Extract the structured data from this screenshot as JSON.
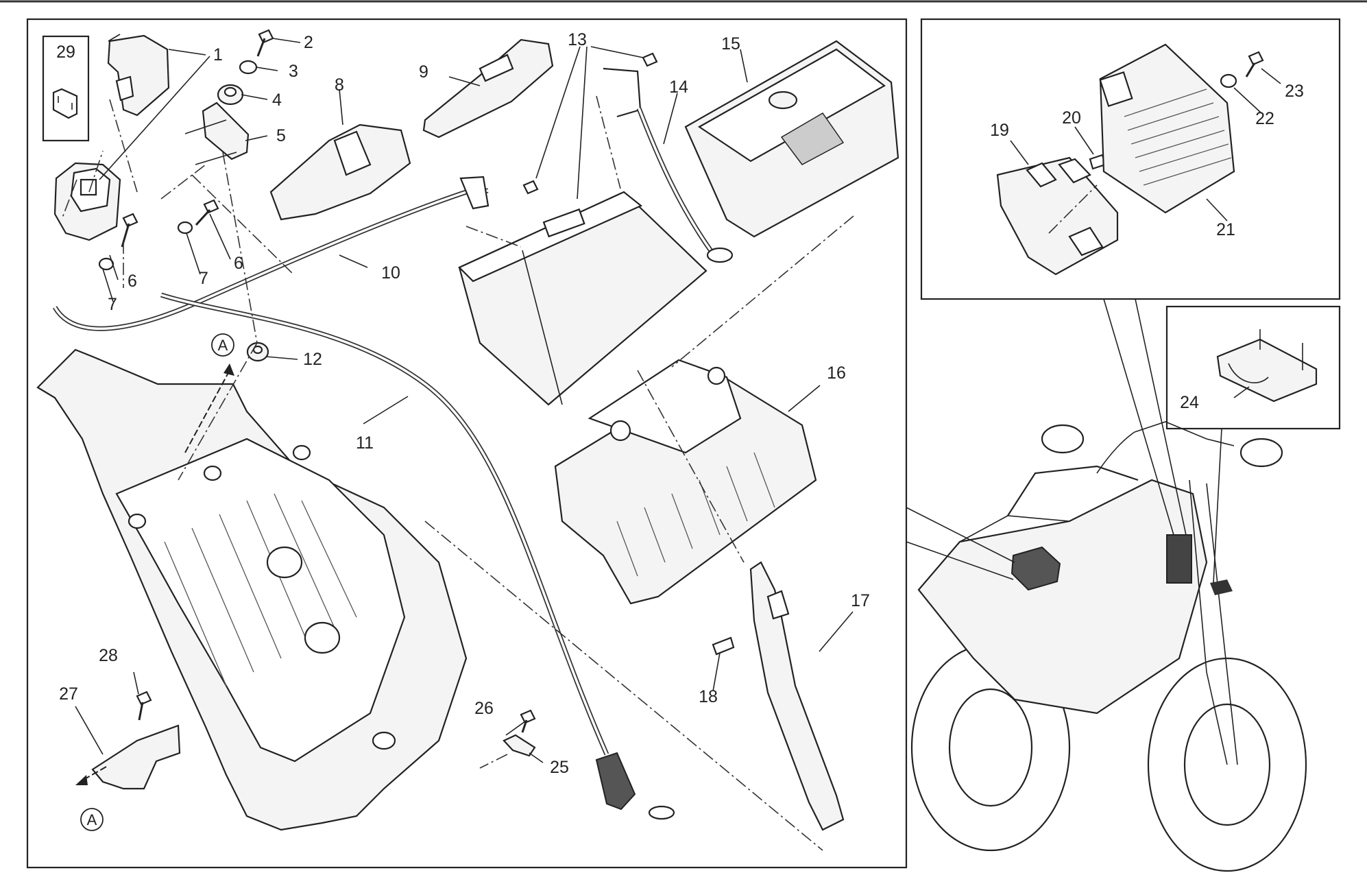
{
  "diagram": {
    "view_labels": {
      "a_top": "A",
      "a_bottom": "A"
    },
    "parts": [
      {
        "num": "1"
      },
      {
        "num": "2"
      },
      {
        "num": "3"
      },
      {
        "num": "4"
      },
      {
        "num": "5"
      },
      {
        "num": "6"
      },
      {
        "num": "6"
      },
      {
        "num": "7"
      },
      {
        "num": "7"
      },
      {
        "num": "8"
      },
      {
        "num": "9"
      },
      {
        "num": "10"
      },
      {
        "num": "11"
      },
      {
        "num": "12"
      },
      {
        "num": "13"
      },
      {
        "num": "14"
      },
      {
        "num": "15"
      },
      {
        "num": "16"
      },
      {
        "num": "17"
      },
      {
        "num": "18"
      },
      {
        "num": "19"
      },
      {
        "num": "20"
      },
      {
        "num": "21"
      },
      {
        "num": "22"
      },
      {
        "num": "23"
      },
      {
        "num": "24"
      },
      {
        "num": "25"
      },
      {
        "num": "26"
      },
      {
        "num": "27"
      },
      {
        "num": "28"
      },
      {
        "num": "29"
      }
    ],
    "colors": {
      "line": "#222222",
      "background": "#ffffff",
      "fill": "#f4f4f4",
      "dark_part": "#555555"
    }
  }
}
